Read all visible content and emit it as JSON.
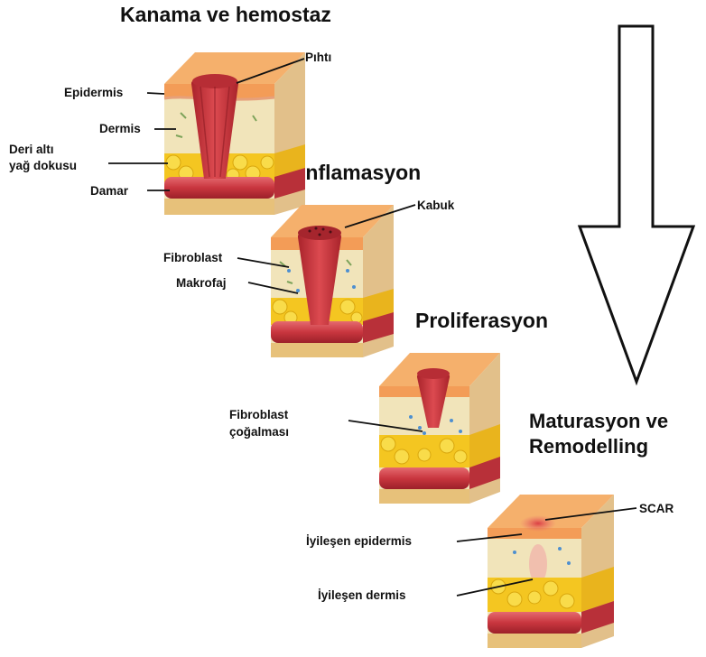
{
  "stages": {
    "hemostasis": {
      "title": "Kanama ve hemostaz"
    },
    "inflammation": {
      "title": "İnflamasyon"
    },
    "proliferation": {
      "title": "Proliferasyon"
    },
    "maturation": {
      "title_line1": "Maturasyon ve",
      "title_line2": "Remodelling"
    }
  },
  "labels": {
    "clot": "Pıhtı",
    "epidermis": "Epidermis",
    "dermis": "Dermis",
    "subcutaneous_line1": "Deri altı",
    "subcutaneous_line2": "yağ dokusu",
    "vessel": "Damar",
    "scab": "Kabuk",
    "fibroblast": "Fibroblast",
    "macrophage": "Makrofaj",
    "fibroblast_proliferation_line1": "Fibroblast",
    "fibroblast_proliferation_line2": "çoğalması",
    "scar": "SCAR",
    "healing_epidermis": "İyileşen epidermis",
    "healing_dermis": "İyileşen dermis"
  },
  "colors": {
    "epidermis_top": "#f3a765",
    "dermis": "#efe2b6",
    "fat": "#f3c61f",
    "vessel": "#d4434d",
    "clot": "#c9373e",
    "arrow_outline": "#111111"
  }
}
